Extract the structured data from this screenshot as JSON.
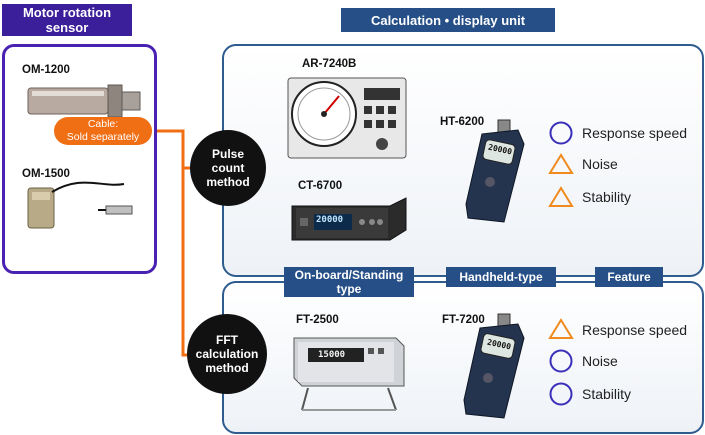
{
  "headers": {
    "sensor": "Motor rotation sensor",
    "calc": "Calculation • display unit"
  },
  "sensors": [
    {
      "model": "OM-1200"
    },
    {
      "model": "OM-1500"
    }
  ],
  "cable_note": {
    "line1": "Cable:",
    "line2": "Sold separately"
  },
  "methods": {
    "pulse": {
      "line1": "Pulse",
      "line2": "count",
      "line3": "method"
    },
    "fft": {
      "line1": "FFT",
      "line2": "calculation",
      "line3": "method"
    }
  },
  "columns": {
    "onboard": {
      "line1": "On-board/Standing",
      "line2": "type"
    },
    "handheld": "Handheld-type",
    "feature": "Feature"
  },
  "devices": {
    "ar7240b": "AR-7240B",
    "ct6700": "CT-6700",
    "ht6200": "HT-6200",
    "ft2500": "FT-2500",
    "ft7200": "FT-7200"
  },
  "display_readings": {
    "ct6700": "20000",
    "ht6200": "20000",
    "ft2500": "15000",
    "ft7200": "20000"
  },
  "features": {
    "pulse": [
      {
        "label": "Response speed",
        "rating": "circle"
      },
      {
        "label": "Noise",
        "rating": "triangle"
      },
      {
        "label": "Stability",
        "rating": "triangle"
      }
    ],
    "fft": [
      {
        "label": "Response speed",
        "rating": "triangle"
      },
      {
        "label": "Noise",
        "rating": "circle"
      },
      {
        "label": "Stability",
        "rating": "circle"
      }
    ]
  },
  "colors": {
    "sensor_frame": "#4a22b2",
    "calc_frame": "#2f5c8f",
    "connector": "#f06e14",
    "circle_mark": "#3a2fb8",
    "triangle_mark": "#f08a1c"
  }
}
